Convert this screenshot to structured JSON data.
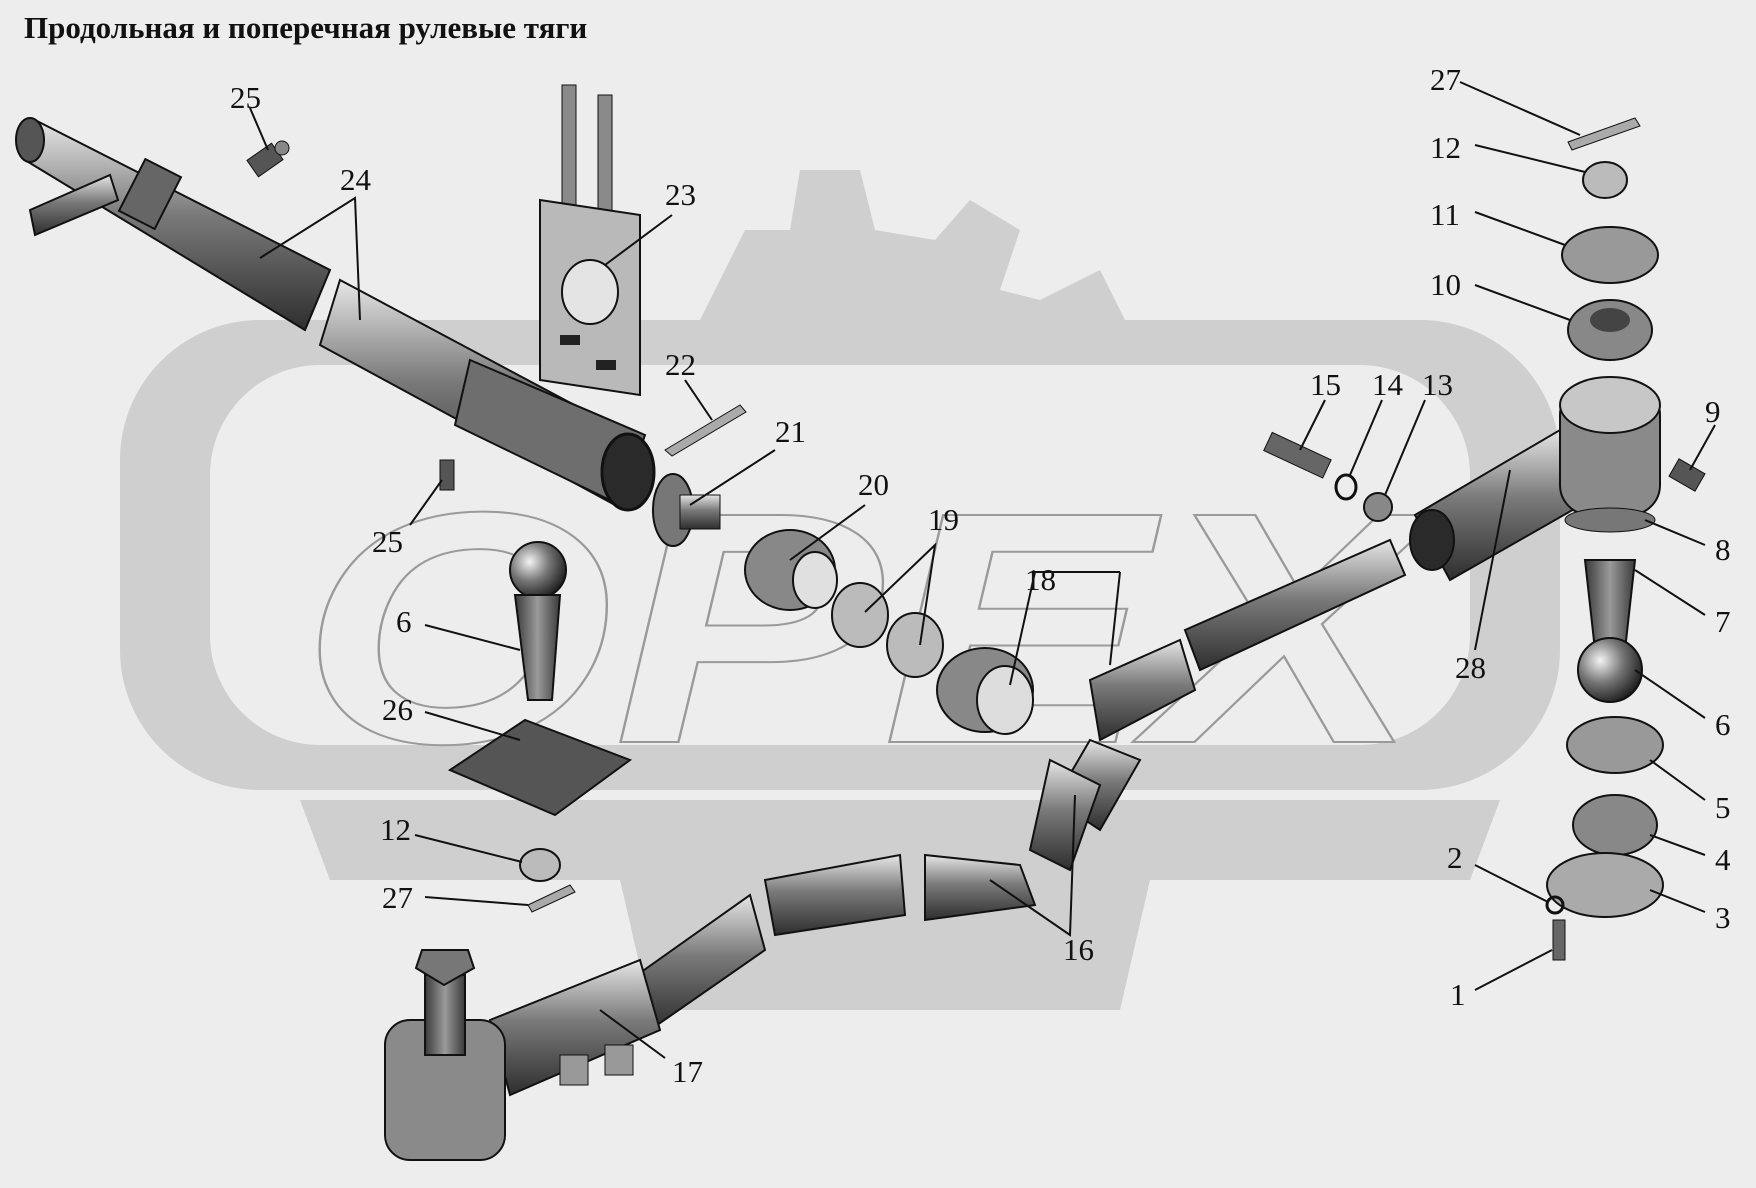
{
  "title": "Продольная и поперечная рулевые тяги",
  "watermark": "OPEX",
  "labels": {
    "l25a": "25",
    "l24": "24",
    "l23": "23",
    "l22": "22",
    "l21": "21",
    "l20": "20",
    "l19": "19",
    "l18": "18",
    "l25b": "25",
    "l6a": "6",
    "l26": "26",
    "l12a": "12",
    "l27a": "27",
    "l17": "17",
    "l16": "16",
    "l15": "15",
    "l14": "14",
    "l13": "13",
    "l28": "28",
    "l27b": "27",
    "l12b": "12",
    "l11": "11",
    "l10": "10",
    "l9": "9",
    "l8": "8",
    "l7": "7",
    "l6b": "6",
    "l5": "5",
    "l4": "4",
    "l3": "3",
    "l2": "2",
    "l1": "1"
  },
  "colors": {
    "background": "#ededed",
    "watermark": "#cfcfcf",
    "ink": "#111111",
    "part_dark": "#4a4a4a",
    "part_mid": "#8a8a8a",
    "part_light": "#d8d8d8"
  }
}
